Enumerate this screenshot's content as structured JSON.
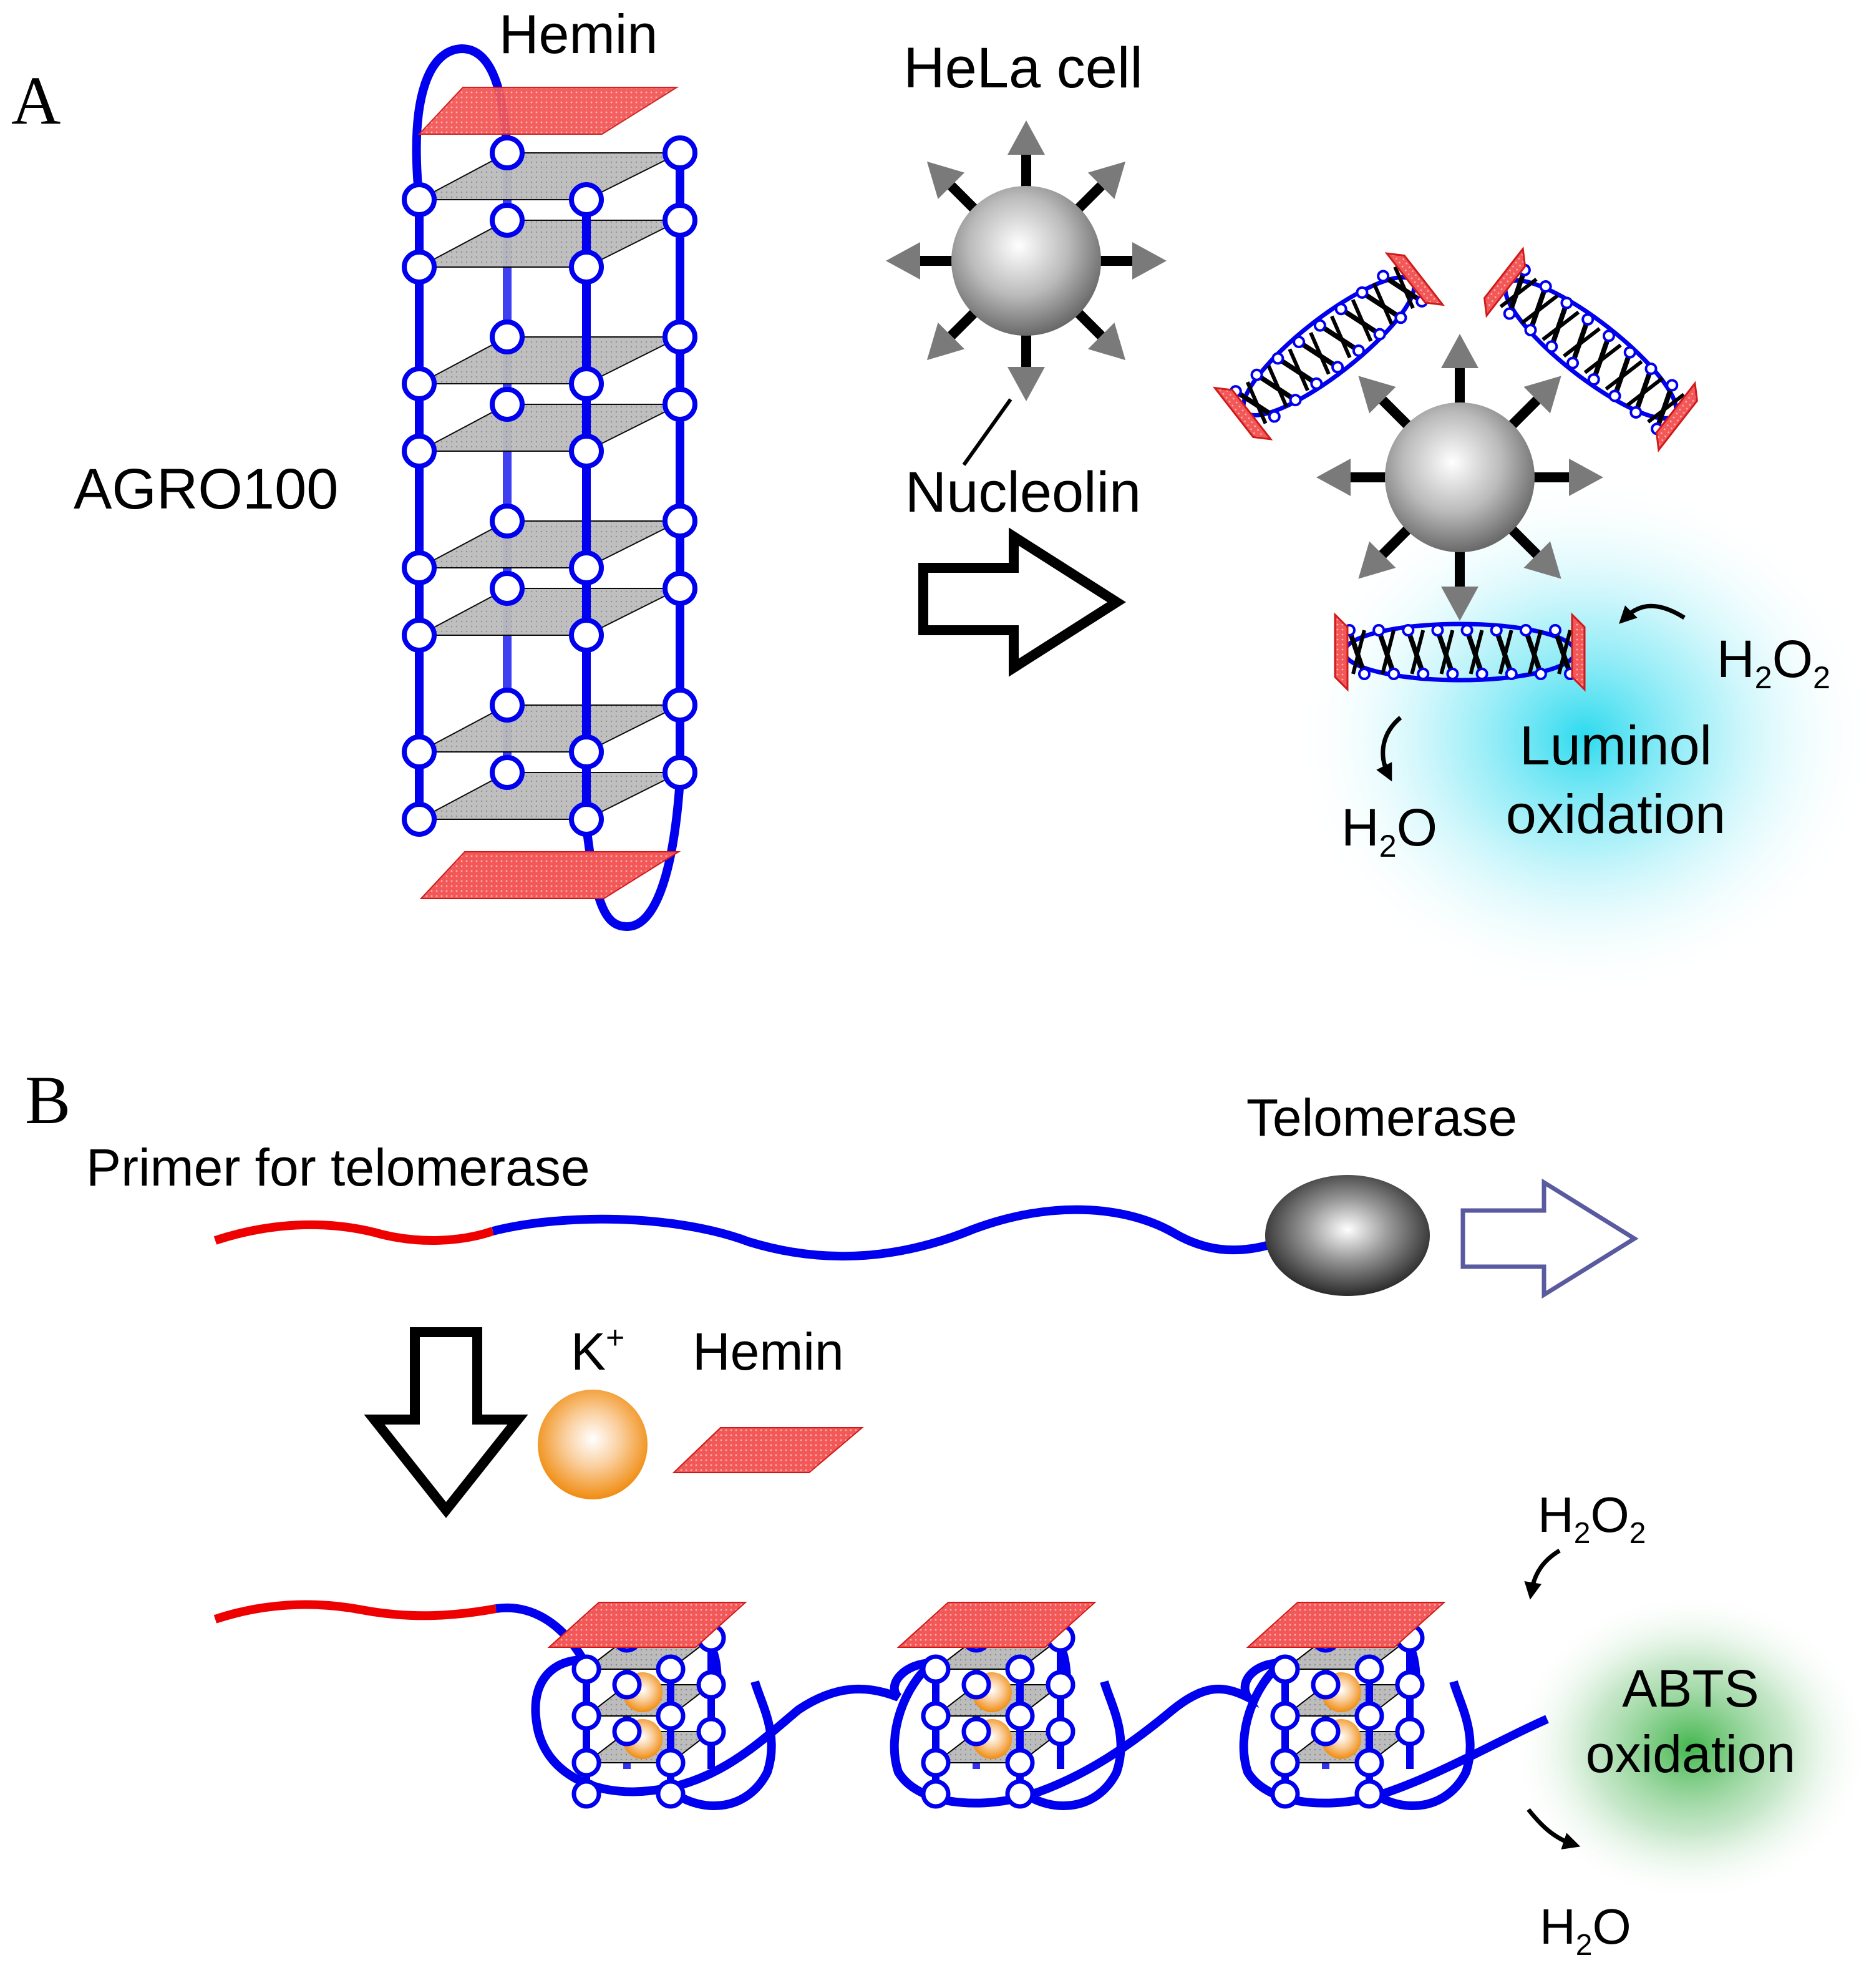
{
  "panel_a": {
    "letter": "A",
    "hemin_label": "Hemin",
    "aptamer_label": "AGRO100",
    "cell_label": "HeLa cell",
    "receptor_label": "Nucleolin",
    "h2o2_label": {
      "base": "H",
      "s1": "2",
      "mid": "O",
      "s2": "2"
    },
    "h2o_label": {
      "base": "H",
      "s1": "2",
      "mid": "O"
    },
    "product_label": {
      "line1": "Luminol",
      "line2": "oxidation"
    },
    "glow_color": "#22d8ee"
  },
  "panel_b": {
    "letter": "B",
    "primer_label": "Primer for telomerase",
    "enzyme_label": "Telomerase",
    "ion_label": {
      "base": "K",
      "sup": "+"
    },
    "hemin_label": "Hemin",
    "h2o2_label": {
      "base": "H",
      "s1": "2",
      "mid": "O",
      "s2": "2"
    },
    "h2o_label": {
      "base": "H",
      "s1": "2",
      "mid": "O"
    },
    "product_label": {
      "line1": "ABTS",
      "line2": "oxidation"
    },
    "glow_color": "#2fae3a"
  },
  "colors": {
    "dna_strand": "#0000ee",
    "primer": "#ee0000",
    "hemin_fill": "#f04444",
    "tetrad_fill": "#b4b4b4",
    "potassium": "#f5a030",
    "open_arrow": "#5a5aa0"
  }
}
